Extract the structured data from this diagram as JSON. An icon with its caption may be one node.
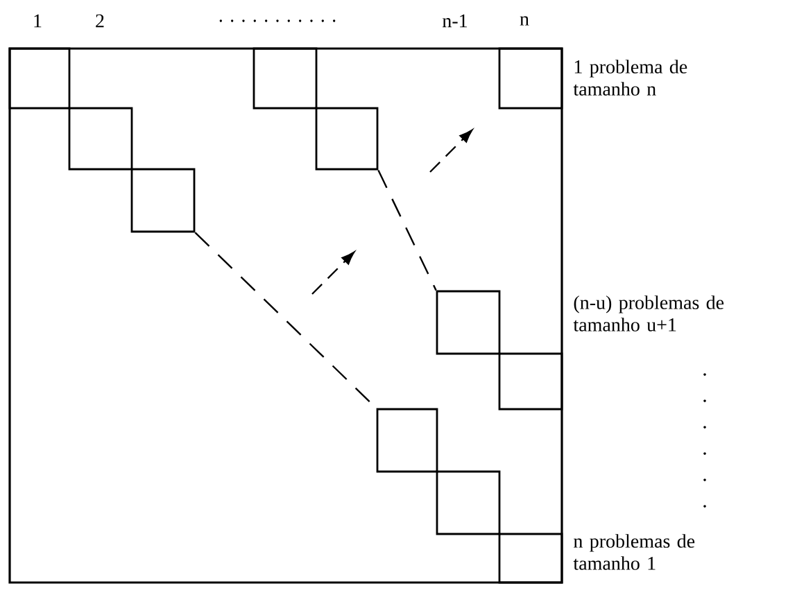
{
  "diagram": {
    "nodes": [
      {
        "text": [],
        "shape": "box"
      },
      {
        "text": [],
        "shape": "box"
      },
      {
        "text": [],
        "shape": "box"
      },
      {
        "text": [],
        "shape": "box"
      },
      {
        "text": [],
        "shape": "box"
      },
      {
        "text": [],
        "shape": "box"
      },
      {
        "text": [],
        "shape": "box"
      },
      {
        "text": [],
        "shape": "box"
      },
      {
        "text": [],
        "shape": "box"
      },
      {
        "text": [],
        "shape": "box"
      },
      {
        "text": [],
        "shape": "box"
      }
    ],
    "edges": [
      {
        "from": 5,
        "to": 8,
        "arrow": "none",
        "style": "dashed"
      },
      {
        "from": 4,
        "to": 6,
        "arrow": "none",
        "style": "dashed"
      }
    ],
    "labels": [
      "1",
      "2",
      ". . . . . . . . . . .",
      "n-1",
      "n",
      "1 problema de tamanho n",
      "(n-u) problemas de tamanho u+1",
      "n problemas de tamanho 1"
    ]
  }
}
